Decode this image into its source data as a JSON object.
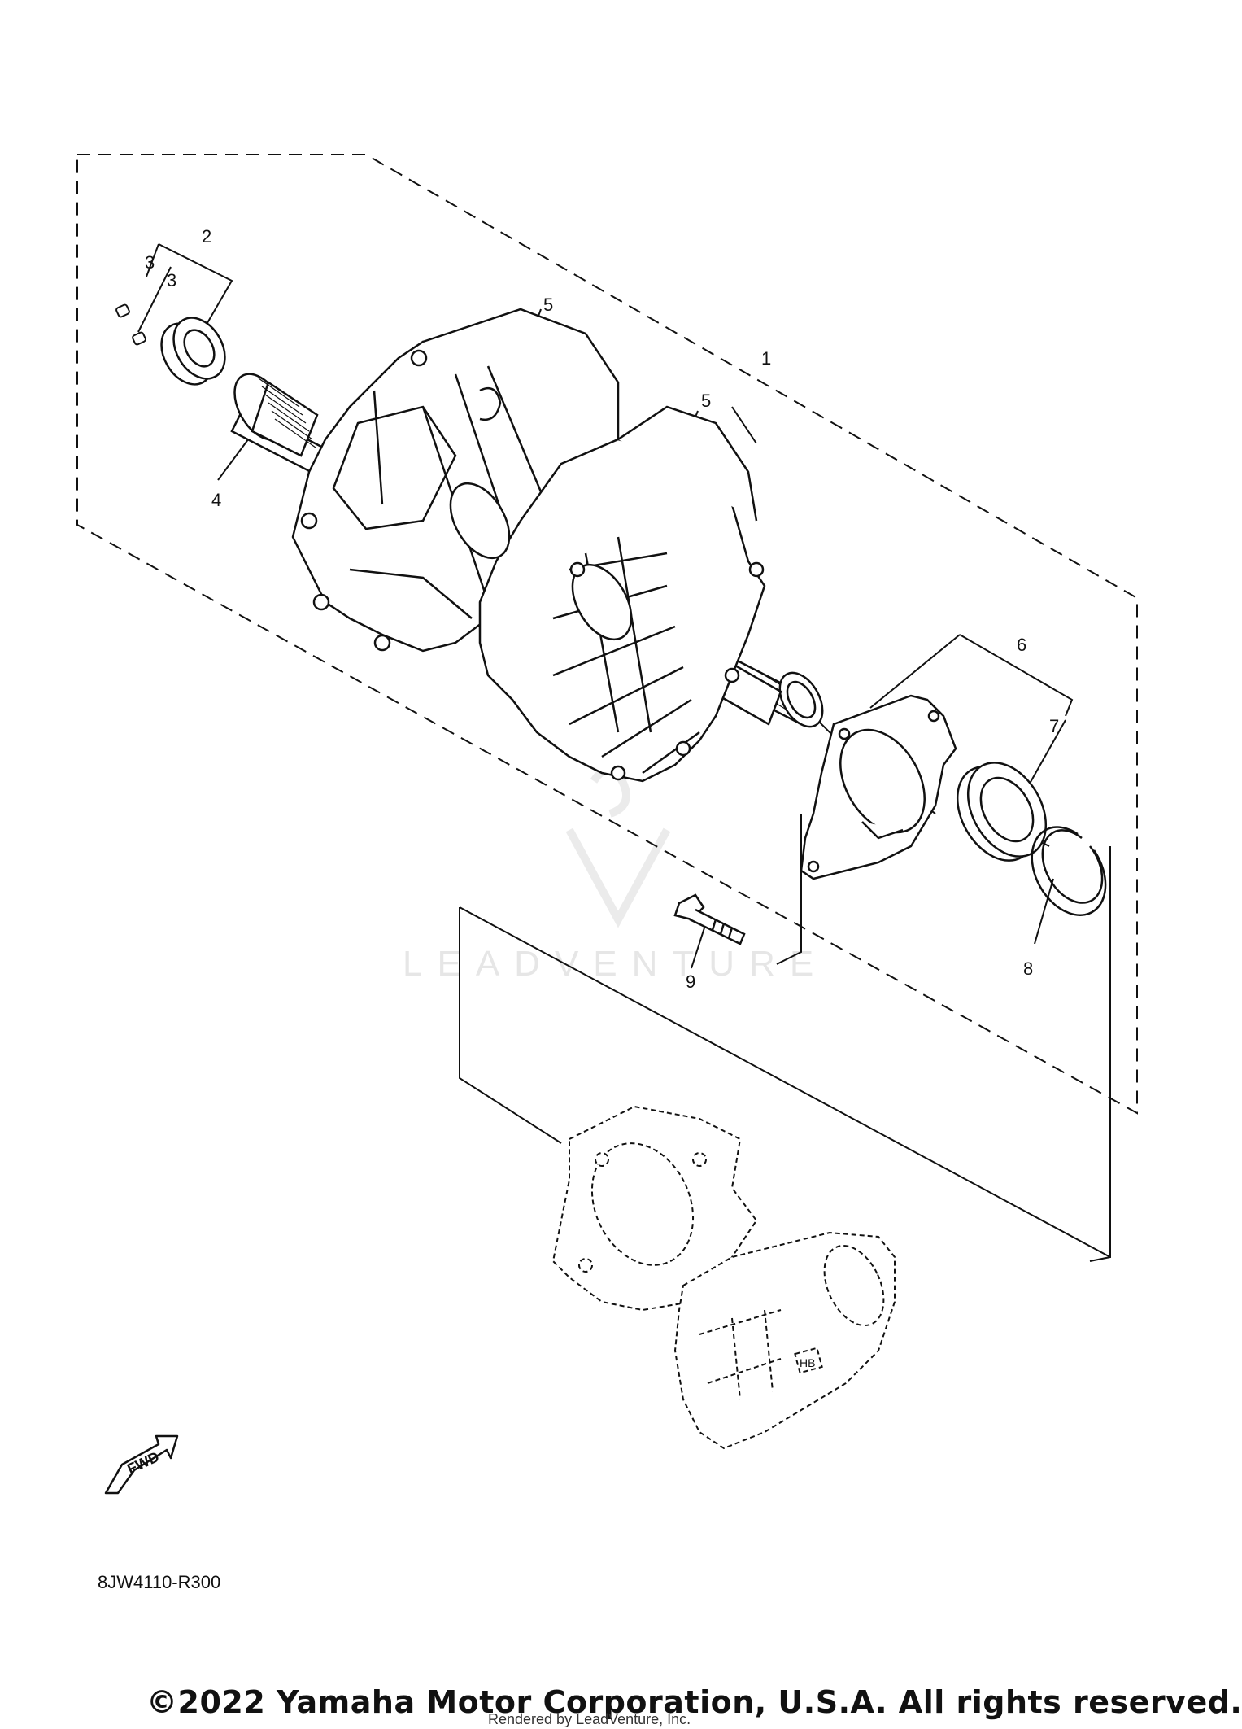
{
  "callouts": [
    "1",
    "2",
    "3",
    "3",
    "4",
    "5",
    "5",
    "6",
    "7",
    "8",
    "9"
  ],
  "fwd_label": "FWD",
  "caliper_marking": "HB",
  "part_code": "8JW4110-R300",
  "watermark": "LEADVENTURE",
  "copyright": "©2022 Yamaha Motor Corporation, U.S.A. All rights reserved.",
  "rendered_by": "Rendered by LeadVenture, Inc."
}
